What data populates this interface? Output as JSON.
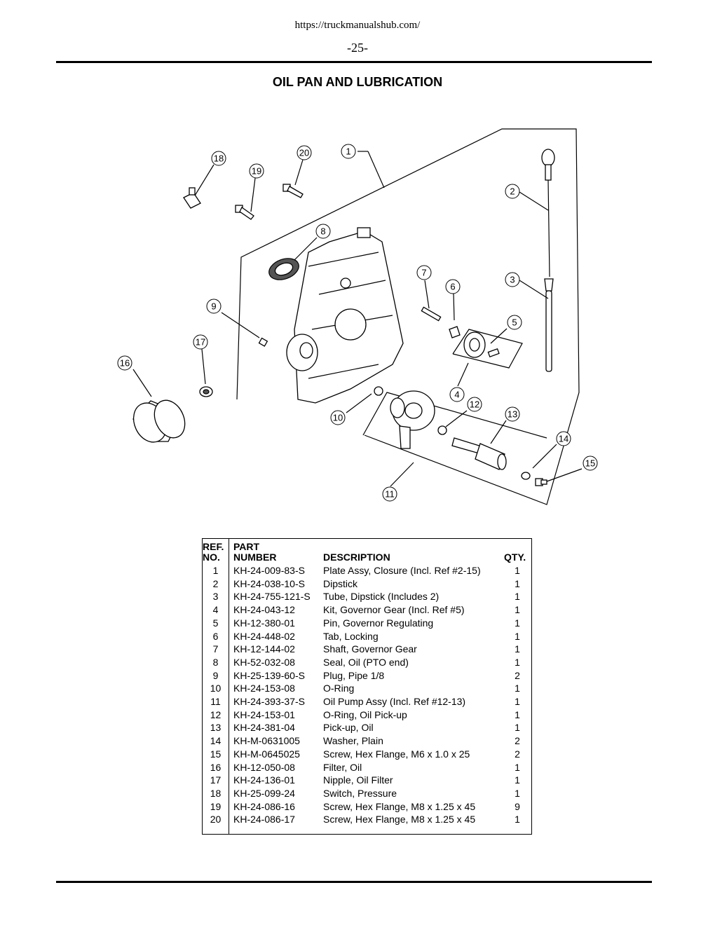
{
  "header": {
    "url": "https://truckmanualshub.com/",
    "page_number": "-25-"
  },
  "title": "OIL PAN AND LUBRICATION",
  "callouts": [
    "1",
    "2",
    "3",
    "4",
    "5",
    "6",
    "7",
    "8",
    "9",
    "10",
    "11",
    "12",
    "13",
    "14",
    "15",
    "16",
    "17",
    "18",
    "19",
    "20"
  ],
  "table": {
    "headers": {
      "ref_line1": "REF.",
      "ref_line2": "NO.",
      "part_line1": "PART",
      "part_line2": "NUMBER",
      "description": "DESCRIPTION",
      "qty": "QTY."
    },
    "rows": [
      {
        "ref": "1",
        "part": "KH-24-009-83-S",
        "desc": "Plate Assy, Closure (Incl. Ref #2-15)",
        "qty": "1"
      },
      {
        "ref": "2",
        "part": "KH-24-038-10-S",
        "desc": "Dipstick",
        "qty": "1"
      },
      {
        "ref": "3",
        "part": "KH-24-755-121-S",
        "desc": "Tube, Dipstick (Includes 2)",
        "qty": "1"
      },
      {
        "ref": "4",
        "part": "KH-24-043-12",
        "desc": "Kit, Governor Gear (Incl. Ref #5)",
        "qty": "1"
      },
      {
        "ref": "5",
        "part": "KH-12-380-01",
        "desc": "Pin, Governor Regulating",
        "qty": "1"
      },
      {
        "ref": "6",
        "part": "KH-24-448-02",
        "desc": "Tab, Locking",
        "qty": "1"
      },
      {
        "ref": "7",
        "part": "KH-12-144-02",
        "desc": "Shaft, Governor Gear",
        "qty": "1"
      },
      {
        "ref": "8",
        "part": "KH-52-032-08",
        "desc": "Seal, Oil (PTO end)",
        "qty": "1"
      },
      {
        "ref": "9",
        "part": "KH-25-139-60-S",
        "desc": "Plug, Pipe 1/8",
        "qty": "2"
      },
      {
        "ref": "10",
        "part": "KH-24-153-08",
        "desc": "O-Ring",
        "qty": "1"
      },
      {
        "ref": "11",
        "part": "KH-24-393-37-S",
        "desc": "Oil Pump Assy (Incl. Ref #12-13)",
        "qty": "1"
      },
      {
        "ref": "12",
        "part": "KH-24-153-01",
        "desc": "O-Ring, Oil Pick-up",
        "qty": "1"
      },
      {
        "ref": "13",
        "part": "KH-24-381-04",
        "desc": "Pick-up, Oil",
        "qty": "1"
      },
      {
        "ref": "14",
        "part": "KH-M-0631005",
        "desc": "Washer, Plain",
        "qty": "2"
      },
      {
        "ref": "15",
        "part": "KH-M-0645025",
        "desc": "Screw, Hex Flange, M6 x 1.0 x 25",
        "qty": "2"
      },
      {
        "ref": "16",
        "part": "KH-12-050-08",
        "desc": "Filter, Oil",
        "qty": "1"
      },
      {
        "ref": "17",
        "part": "KH-24-136-01",
        "desc": "Nipple, Oil Filter",
        "qty": "1"
      },
      {
        "ref": "18",
        "part": "KH-25-099-24",
        "desc": "Switch, Pressure",
        "qty": "1"
      },
      {
        "ref": "19",
        "part": "KH-24-086-16",
        "desc": "Screw, Hex Flange, M8 x 1.25 x 45",
        "qty": "9"
      },
      {
        "ref": "20",
        "part": "KH-24-086-17",
        "desc": "Screw, Hex Flange, M8 x 1.25 x 45",
        "qty": "1"
      }
    ]
  }
}
